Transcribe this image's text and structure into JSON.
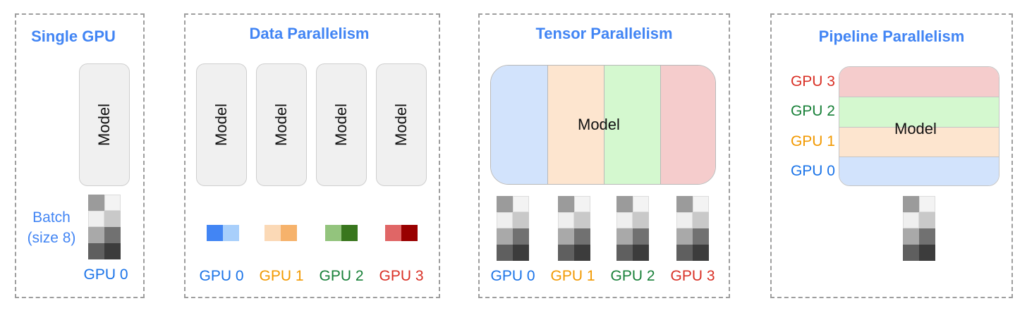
{
  "colors": {
    "title": "#4285f4",
    "gpu0": "#1a73e8",
    "gpu1": "#f29900",
    "gpu2": "#188038",
    "gpu3": "#d93025"
  },
  "single_gpu": {
    "title": "Single GPU",
    "model_label": "Model",
    "batch_label_line1": "Batch",
    "batch_label_line2": "(size 8)",
    "gpu_label": "GPU 0"
  },
  "data_parallelism": {
    "title": "Data Parallelism",
    "model_label": "Model",
    "gpus": [
      "GPU 0",
      "GPU 1",
      "GPU 2",
      "GPU 3"
    ]
  },
  "tensor_parallelism": {
    "title": "Tensor Parallelism",
    "model_label": "Model",
    "gpus": [
      "GPU 0",
      "GPU 1",
      "GPU 2",
      "GPU 3"
    ]
  },
  "pipeline_parallelism": {
    "title": "Pipeline Parallelism",
    "model_label": "Model",
    "gpus": [
      "GPU 3",
      "GPU 2",
      "GPU 1",
      "GPU 0"
    ]
  }
}
